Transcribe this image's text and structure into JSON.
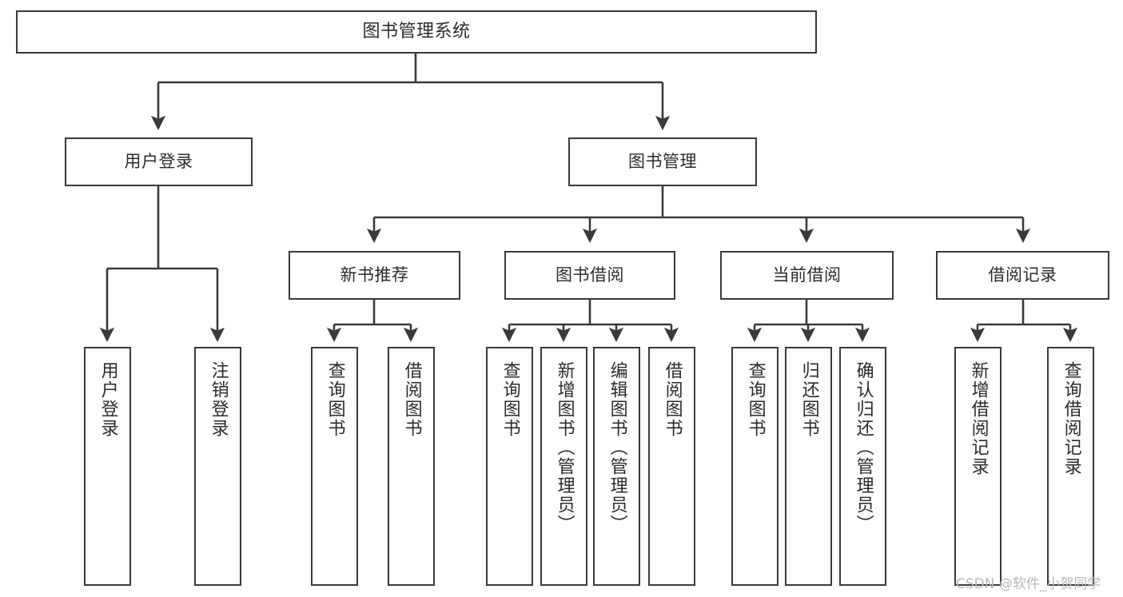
{
  "diagram": {
    "title": "图书管理系统",
    "watermark": "CSDN @软件_小贺同学",
    "colors": {
      "stroke": "#3a3a3a",
      "fill": "#ffffff",
      "text": "#2b2b2b",
      "watermark": "#b9b9b9"
    },
    "nodes": {
      "root": {
        "label": "图书管理系统"
      },
      "level2": [
        {
          "label": "用户登录"
        },
        {
          "label": "图书管理"
        }
      ],
      "level3": [
        {
          "label": "新书推荐"
        },
        {
          "label": "图书借阅"
        },
        {
          "label": "当前借阅"
        },
        {
          "label": "借阅记录"
        }
      ],
      "leaves": {
        "user_login": [
          {
            "label": "用户登录"
          },
          {
            "label": "注销登录"
          }
        ],
        "new_book_recommend": [
          {
            "label": "查询图书"
          },
          {
            "label": "借阅图书"
          }
        ],
        "book_borrow": [
          {
            "label": "查询图书"
          },
          {
            "label": "新增图书（管理员）"
          },
          {
            "label": "编辑图书（管理员）"
          },
          {
            "label": "借阅图书"
          }
        ],
        "current_borrow": [
          {
            "label": "查询图书"
          },
          {
            "label": "归还图书"
          },
          {
            "label": "确认归还（管理员）"
          }
        ],
        "borrow_record": [
          {
            "label": "新增借阅记录"
          },
          {
            "label": "查询借阅记录"
          }
        ]
      }
    }
  }
}
